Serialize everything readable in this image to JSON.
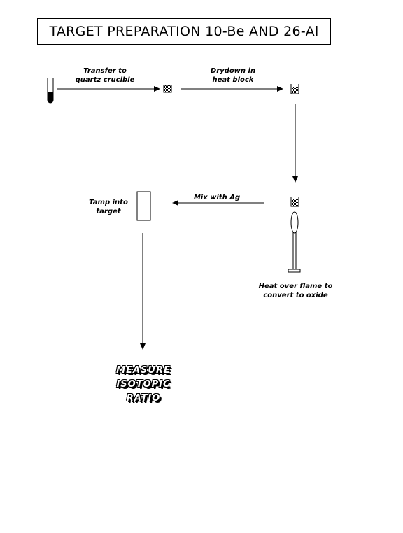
{
  "title": "TARGET PREPARATION 10-Be AND 26-Al",
  "steps": {
    "transfer": [
      "Transfer to",
      "quartz crucible"
    ],
    "drydown": [
      "Drydown in",
      "heat block"
    ],
    "heat": [
      "Heat over flame to",
      "convert to oxide"
    ],
    "mix": "Mix with Ag",
    "tamp": [
      "Tamp into",
      "target"
    ],
    "measure": [
      "MEASURE",
      "ISOTOPIC",
      "RATIO"
    ]
  }
}
